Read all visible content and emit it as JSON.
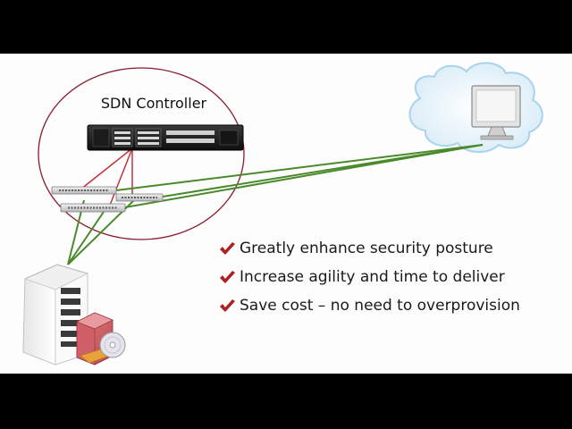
{
  "diagram": {
    "controller_label": "SDN Controller",
    "nodes": [
      {
        "id": "sdn-controller",
        "icon": "rack-server-icon"
      },
      {
        "id": "switch-a",
        "icon": "network-switch-icon"
      },
      {
        "id": "switch-b",
        "icon": "network-switch-icon"
      },
      {
        "id": "switch-c",
        "icon": "network-switch-icon"
      },
      {
        "id": "cloud-desktop",
        "icon": "cloud-desktop-icon"
      },
      {
        "id": "tower-server",
        "icon": "tower-server-icon"
      },
      {
        "id": "software-box",
        "icon": "software-box-icon"
      }
    ],
    "colors": {
      "ellipse": "#8b1a2b",
      "controller_links": "#c0343c",
      "data_links": "#4a8a2c",
      "check": "#b01e23",
      "cloud": "#d9ecf7"
    }
  },
  "benefits": [
    {
      "text": "Greatly enhance security posture",
      "icon": "checkmark-icon"
    },
    {
      "text": "Increase agility and time to deliver",
      "icon": "checkmark-icon"
    },
    {
      "text": "Save cost – no need to overprovision",
      "icon": "checkmark-icon"
    }
  ]
}
